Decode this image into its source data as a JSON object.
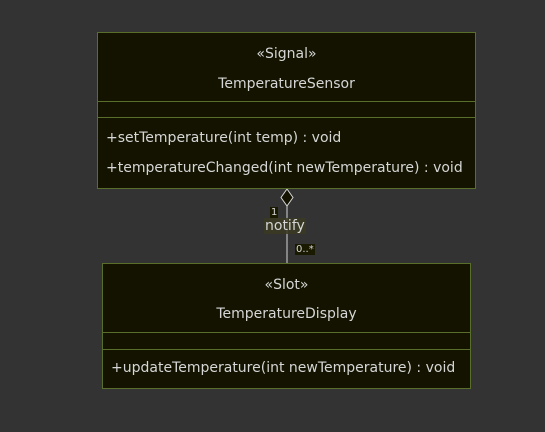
{
  "classes": {
    "sensor": {
      "stereotype": "«Signal»",
      "name": "TemperatureSensor",
      "methods": [
        "+setTemperature(int temp) : void",
        "+temperatureChanged(int newTemperature) : void"
      ]
    },
    "display": {
      "stereotype": "«Slot»",
      "name": "TemperatureDisplay",
      "methods": [
        "+updateTemperature(int newTemperature) : void"
      ]
    }
  },
  "relation": {
    "label": "notify",
    "source_multiplicity": "1",
    "target_multiplicity": "0..*"
  },
  "colors": {
    "background": "#333333",
    "box_fill": "#131300",
    "box_border": "#5a6e2c",
    "text": "#d6d6d6",
    "line": "#d6d6d6"
  }
}
